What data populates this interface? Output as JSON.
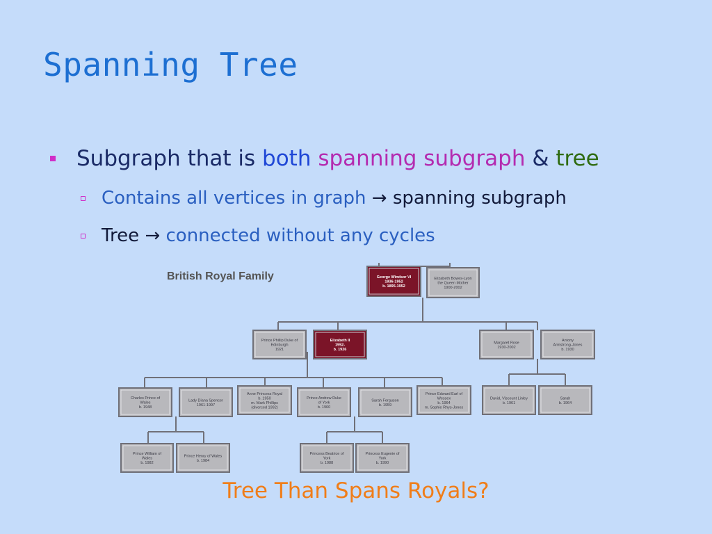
{
  "slide": {
    "title": "Spanning Tree",
    "bullet1": {
      "part1": "Subgraph that is ",
      "part2": "both ",
      "part3": "spanning subgraph",
      "part4": " & ",
      "part5": "tree"
    },
    "sub1": {
      "part1": "Contains all vertices in graph ",
      "arrow": "→",
      "part2": " spanning subgraph"
    },
    "sub2": {
      "part1": "Tree ",
      "arrow": "→",
      "part2": " connected without any cycles"
    },
    "caption": "Tree Than Spans Royals?"
  },
  "figure": {
    "title": "British Royal Family",
    "colors": {
      "node_fill": "#b8b8bc",
      "node_border": "#707078",
      "highlight_fill": "#7b1428",
      "connector": "#707078"
    },
    "nodes": {
      "george": [
        "George Windsor VI",
        "1936-1952",
        "b. 1895-1952"
      ],
      "elizabeth_qm": [
        "Elizabeth Bowes-Lyon",
        "the Queen Mother",
        "1900-2002"
      ],
      "philip": [
        "Prince Phillip Duke of",
        "Edinburgh",
        "1921"
      ],
      "elizabeth2": [
        "Elizabeth II",
        "1952-",
        "b. 1926"
      ],
      "margaret": [
        "Margaret Rose",
        "1930-2002"
      ],
      "antony": [
        "Antony",
        "Armstrong-Jones",
        "b. 1930"
      ],
      "charles": [
        "Charles Prince of",
        "Wales",
        "b. 1948"
      ],
      "diana": [
        "Lady Diana Spencer",
        "1961-1997"
      ],
      "anne": [
        "Anne Princess Royal",
        "b. 1950",
        "m. Mark Phillips",
        "(divorced 1992)"
      ],
      "andrew": [
        "Prince Andrew Duke",
        "of York",
        "b. 1960"
      ],
      "sarah": [
        "Sarah Ferguson",
        "b. 1959"
      ],
      "edward": [
        "Prince Edward Earl of",
        "Wessex",
        "b. 1964",
        "m. Sophie Rhys-Jones"
      ],
      "david": [
        "David, Viscount Linley",
        "b. 1961"
      ],
      "sarah_ac": [
        "Sarah",
        "b. 1964"
      ],
      "william": [
        "Prince William of",
        "Wales",
        "b. 1982"
      ],
      "harry": [
        "Prince Henry of Wales",
        "b. 1984"
      ],
      "beatrice": [
        "Princess Beatrice of",
        "York",
        "b. 1988"
      ],
      "eugenie": [
        "Princess Eugenie of",
        "York",
        "b. 1990"
      ]
    }
  }
}
